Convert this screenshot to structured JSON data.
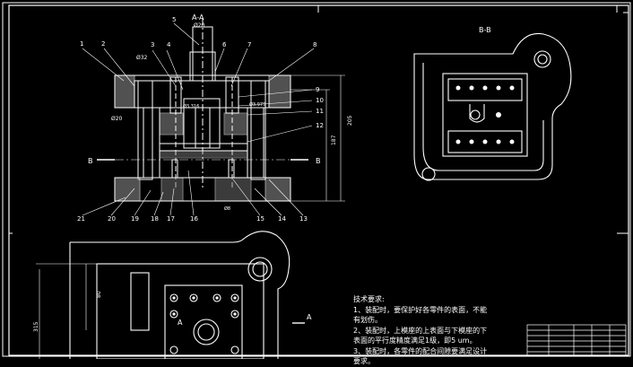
{
  "drawing": {
    "section_label": "A-A",
    "view_label_b": "B",
    "view_label_bb": "B-B",
    "view_label_a": "A",
    "part_numbers_top": [
      "1",
      "2",
      "3",
      "4",
      "5",
      "6",
      "7",
      "8"
    ],
    "part_numbers_right": [
      "9",
      "10",
      "11",
      "12"
    ],
    "part_numbers_bottom": [
      "21",
      "20",
      "19",
      "18",
      "17",
      "16",
      "15",
      "14",
      "13"
    ],
    "dims": {
      "d_top": "Ø20",
      "d_left1": "Ø32",
      "d_left2": "Ø20",
      "d_mid": "Ø3.316",
      "d_right": "Ø3.975",
      "d_bottom": "Ø8",
      "h_total": "205",
      "h_inner": "187",
      "w_plan": "80",
      "h_plan": "315"
    },
    "tech_notes": {
      "title": "技术要求:",
      "lines": [
        "1、装配时，要保护好各零件的表面，不能",
        "有划伤。",
        "2、装配时，上模座的上表面与下模座的下",
        "表面的平行度精度满足1级，即5 um。",
        "3、装配时，各零件的配合间隙要满足设计",
        "要求。"
      ]
    },
    "colors": {
      "line": "#ffffff",
      "accent": "#ffffff",
      "background": "#000000"
    }
  }
}
